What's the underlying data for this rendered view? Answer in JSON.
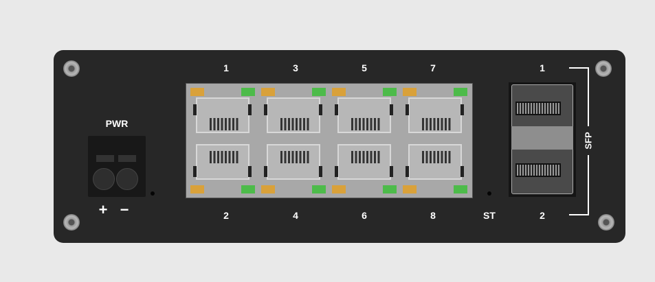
{
  "power": {
    "label": "PWR",
    "plus": "+",
    "minus": "−"
  },
  "ethernet_ports": {
    "top": [
      "1",
      "3",
      "5",
      "7"
    ],
    "bottom": [
      "2",
      "4",
      "6",
      "8"
    ]
  },
  "status_label": "ST",
  "sfp": {
    "label": "SFP",
    "ports": [
      "1",
      "2"
    ]
  },
  "colors": {
    "panel": "#272727",
    "led_orange": "#d9a13a",
    "led_green": "#4dbb4a",
    "port_block": "#a8a8a8"
  }
}
